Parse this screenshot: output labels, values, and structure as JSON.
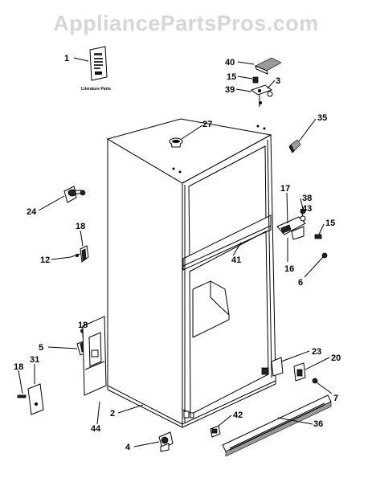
{
  "watermark": "AppliancePartsPros.com",
  "literature_label": "Literature Parts",
  "callouts": [
    "1",
    "40",
    "15",
    "3",
    "39",
    "35",
    "27",
    "24",
    "18",
    "12",
    "17",
    "38",
    "43",
    "15",
    "41",
    "16",
    "6",
    "18",
    "5",
    "31",
    "18",
    "23",
    "20",
    "7",
    "2",
    "44",
    "42",
    "36",
    "4"
  ]
}
